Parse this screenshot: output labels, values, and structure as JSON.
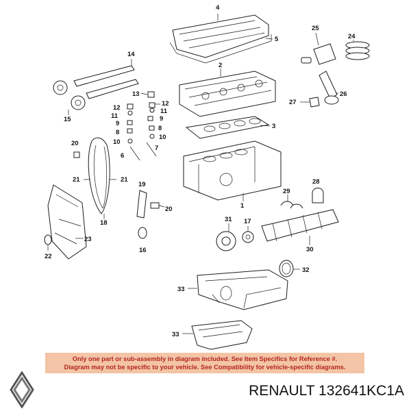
{
  "callouts": {
    "c1": "1",
    "c2": "2",
    "c3": "3",
    "c4": "4",
    "c5": "5",
    "c6": "6",
    "c7": "7",
    "c8a": "8",
    "c8b": "8",
    "c9a": "9",
    "c9b": "9",
    "c10a": "10",
    "c10b": "10",
    "c11a": "11",
    "c11b": "11",
    "c12": "12",
    "c13": "13",
    "c14": "14",
    "c15": "15",
    "c16": "16",
    "c17": "17",
    "c18": "18",
    "c19": "19",
    "c20a": "20",
    "c20b": "20",
    "c21a": "21",
    "c21b": "21",
    "c22": "22",
    "c23": "23",
    "c24": "24",
    "c25": "25",
    "c26": "26",
    "c27": "27",
    "c28": "28",
    "c29": "29",
    "c30": "30",
    "c31": "31",
    "c32": "32",
    "c33a": "33",
    "c33b": "33"
  },
  "notice": {
    "line1": "Only one part or sub-assembly in diagram included. See Item Specifics for Reference #.",
    "line2": "Diagram may not be specific to your vehicle. See Compatibility for vehicle-specific diagrams."
  },
  "caption": "RENAULT 132641KC1A",
  "colors": {
    "notice_bg": "#f3c4a5",
    "notice_text": "#b3261e",
    "line_art": "#1a1a1a"
  },
  "logo": {
    "icon": "renault-diamond-logo"
  }
}
